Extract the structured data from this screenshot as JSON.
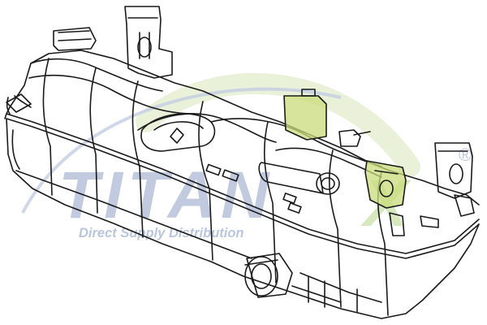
{
  "watermark": {
    "brand": "TITAN",
    "brand_suffix": "X",
    "registered_mark": "®",
    "tagline": "Direct Supply Distribution",
    "brand_color": "#5a72a8",
    "tagline_color": "#b9c6de",
    "accent_color": "#cfe3a6"
  },
  "part": {
    "line_color": "#1a1a1a",
    "highlight_color": "#c8dc7a"
  }
}
